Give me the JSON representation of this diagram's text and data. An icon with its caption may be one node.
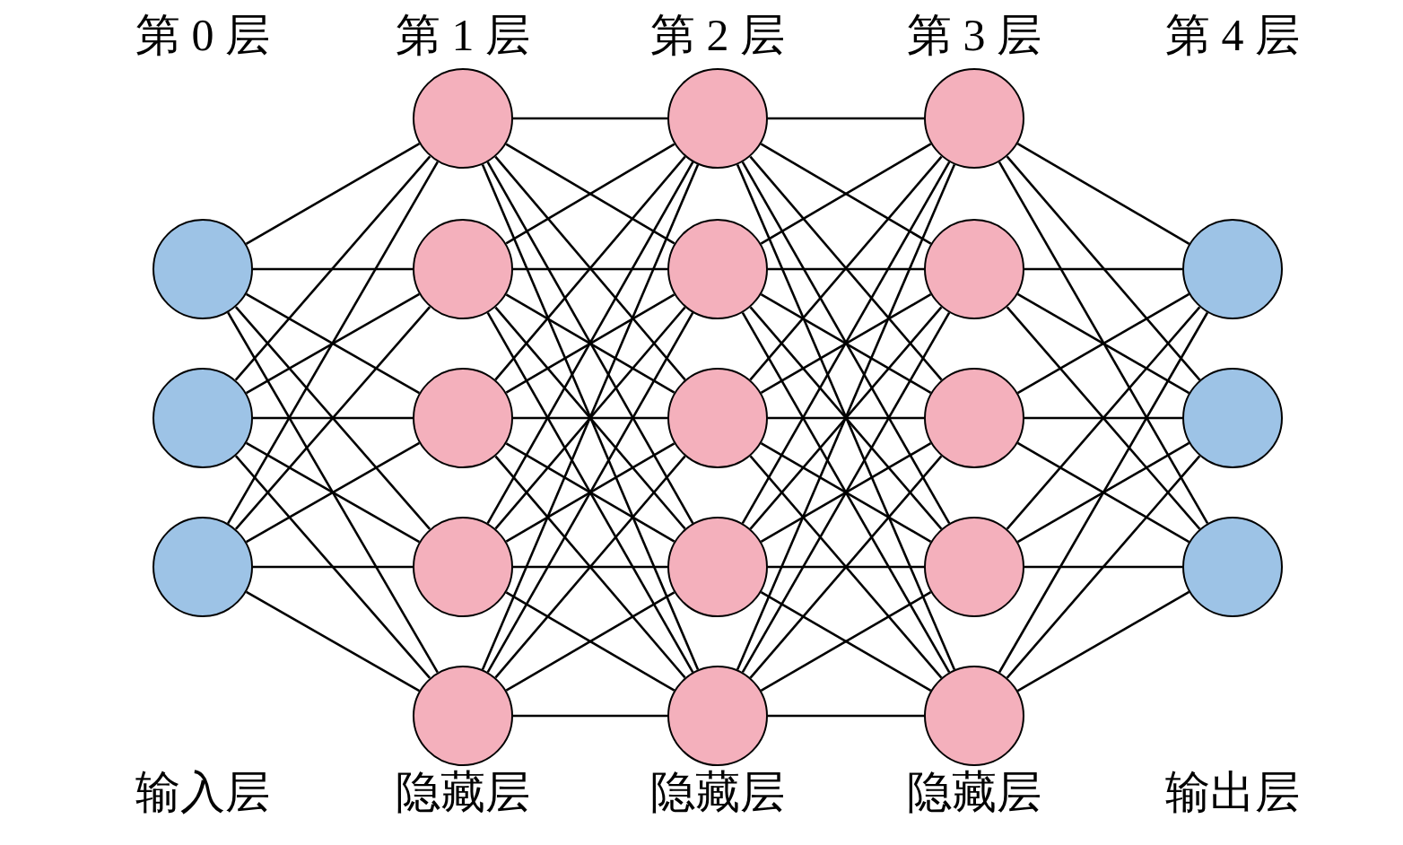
{
  "diagram": {
    "nodes": [
      {
        "text": [],
        "shape": "circle"
      },
      {
        "text": [],
        "shape": "circle"
      },
      {
        "text": [],
        "shape": "circle"
      },
      {
        "text": [],
        "shape": "circle"
      },
      {
        "text": [],
        "shape": "circle"
      },
      {
        "text": [],
        "shape": "circle"
      },
      {
        "text": [],
        "shape": "circle"
      },
      {
        "text": [],
        "shape": "circle"
      },
      {
        "text": [],
        "shape": "circle"
      },
      {
        "text": [],
        "shape": "circle"
      },
      {
        "text": [],
        "shape": "circle"
      },
      {
        "text": [],
        "shape": "circle"
      },
      {
        "text": [],
        "shape": "circle"
      },
      {
        "text": [],
        "shape": "circle"
      },
      {
        "text": [],
        "shape": "circle"
      },
      {
        "text": [],
        "shape": "circle"
      },
      {
        "text": [],
        "shape": "circle"
      },
      {
        "text": [],
        "shape": "circle"
      },
      {
        "text": [],
        "shape": "circle"
      },
      {
        "text": [],
        "shape": "circle"
      },
      {
        "text": [],
        "shape": "circle"
      }
    ],
    "edges": [
      {
        "from": 0,
        "to": 3,
        "arrow": "none"
      },
      {
        "from": 0,
        "to": 4,
        "arrow": "none"
      },
      {
        "from": 0,
        "to": 5,
        "arrow": "none"
      },
      {
        "from": 0,
        "to": 6,
        "arrow": "none"
      },
      {
        "from": 0,
        "to": 7,
        "arrow": "none"
      },
      {
        "from": 1,
        "to": 3,
        "arrow": "none"
      },
      {
        "from": 1,
        "to": 4,
        "arrow": "none"
      },
      {
        "from": 1,
        "to": 5,
        "arrow": "none"
      },
      {
        "from": 1,
        "to": 6,
        "arrow": "none"
      },
      {
        "from": 1,
        "to": 7,
        "arrow": "none"
      },
      {
        "from": 2,
        "to": 3,
        "arrow": "none"
      },
      {
        "from": 2,
        "to": 4,
        "arrow": "none"
      },
      {
        "from": 2,
        "to": 5,
        "arrow": "none"
      },
      {
        "from": 2,
        "to": 6,
        "arrow": "none"
      },
      {
        "from": 2,
        "to": 7,
        "arrow": "none"
      },
      {
        "from": 3,
        "to": 8,
        "arrow": "none"
      },
      {
        "from": 3,
        "to": 9,
        "arrow": "none"
      },
      {
        "from": 3,
        "to": 10,
        "arrow": "none"
      },
      {
        "from": 3,
        "to": 11,
        "arrow": "none"
      },
      {
        "from": 3,
        "to": 12,
        "arrow": "none"
      },
      {
        "from": 4,
        "to": 8,
        "arrow": "none"
      },
      {
        "from": 4,
        "to": 9,
        "arrow": "none"
      },
      {
        "from": 4,
        "to": 10,
        "arrow": "none"
      },
      {
        "from": 4,
        "to": 11,
        "arrow": "none"
      },
      {
        "from": 4,
        "to": 12,
        "arrow": "none"
      },
      {
        "from": 5,
        "to": 8,
        "arrow": "none"
      },
      {
        "from": 5,
        "to": 9,
        "arrow": "none"
      },
      {
        "from": 5,
        "to": 10,
        "arrow": "none"
      },
      {
        "from": 5,
        "to": 11,
        "arrow": "none"
      },
      {
        "from": 5,
        "to": 12,
        "arrow": "none"
      },
      {
        "from": 6,
        "to": 8,
        "arrow": "none"
      },
      {
        "from": 6,
        "to": 9,
        "arrow": "none"
      },
      {
        "from": 6,
        "to": 10,
        "arrow": "none"
      },
      {
        "from": 6,
        "to": 11,
        "arrow": "none"
      },
      {
        "from": 6,
        "to": 12,
        "arrow": "none"
      },
      {
        "from": 7,
        "to": 8,
        "arrow": "none"
      },
      {
        "from": 7,
        "to": 9,
        "arrow": "none"
      },
      {
        "from": 7,
        "to": 10,
        "arrow": "none"
      },
      {
        "from": 7,
        "to": 11,
        "arrow": "none"
      },
      {
        "from": 7,
        "to": 12,
        "arrow": "none"
      },
      {
        "from": 8,
        "to": 13,
        "arrow": "none"
      },
      {
        "from": 8,
        "to": 14,
        "arrow": "none"
      },
      {
        "from": 8,
        "to": 15,
        "arrow": "none"
      },
      {
        "from": 8,
        "to": 16,
        "arrow": "none"
      },
      {
        "from": 8,
        "to": 17,
        "arrow": "none"
      },
      {
        "from": 9,
        "to": 13,
        "arrow": "none"
      },
      {
        "from": 9,
        "to": 14,
        "arrow": "none"
      },
      {
        "from": 9,
        "to": 15,
        "arrow": "none"
      },
      {
        "from": 9,
        "to": 16,
        "arrow": "none"
      },
      {
        "from": 9,
        "to": 17,
        "arrow": "none"
      },
      {
        "from": 10,
        "to": 13,
        "arrow": "none"
      },
      {
        "from": 10,
        "to": 14,
        "arrow": "none"
      },
      {
        "from": 10,
        "to": 15,
        "arrow": "none"
      },
      {
        "from": 10,
        "to": 16,
        "arrow": "none"
      },
      {
        "from": 10,
        "to": 17,
        "arrow": "none"
      },
      {
        "from": 11,
        "to": 13,
        "arrow": "none"
      },
      {
        "from": 11,
        "to": 14,
        "arrow": "none"
      },
      {
        "from": 11,
        "to": 15,
        "arrow": "none"
      },
      {
        "from": 11,
        "to": 16,
        "arrow": "none"
      },
      {
        "from": 11,
        "to": 17,
        "arrow": "none"
      },
      {
        "from": 12,
        "to": 13,
        "arrow": "none"
      },
      {
        "from": 12,
        "to": 14,
        "arrow": "none"
      },
      {
        "from": 12,
        "to": 15,
        "arrow": "none"
      },
      {
        "from": 12,
        "to": 16,
        "arrow": "none"
      },
      {
        "from": 12,
        "to": 17,
        "arrow": "none"
      },
      {
        "from": 13,
        "to": 18,
        "arrow": "none"
      },
      {
        "from": 13,
        "to": 19,
        "arrow": "none"
      },
      {
        "from": 13,
        "to": 20,
        "arrow": "none"
      },
      {
        "from": 14,
        "to": 18,
        "arrow": "none"
      },
      {
        "from": 14,
        "to": 19,
        "arrow": "none"
      },
      {
        "from": 14,
        "to": 20,
        "arrow": "none"
      },
      {
        "from": 15,
        "to": 18,
        "arrow": "none"
      },
      {
        "from": 15,
        "to": 19,
        "arrow": "none"
      },
      {
        "from": 15,
        "to": 20,
        "arrow": "none"
      },
      {
        "from": 16,
        "to": 18,
        "arrow": "none"
      },
      {
        "from": 16,
        "to": 19,
        "arrow": "none"
      },
      {
        "from": 16,
        "to": 20,
        "arrow": "none"
      },
      {
        "from": 17,
        "to": 18,
        "arrow": "none"
      },
      {
        "from": 17,
        "to": 19,
        "arrow": "none"
      },
      {
        "from": 17,
        "to": 20,
        "arrow": "none"
      }
    ],
    "labels": [
      "第 0 层",
      "第 1 层",
      "第 2 层",
      "第 3 层",
      "第 4 层",
      "输入层",
      "隐藏层",
      "隐藏层",
      "隐藏层",
      "输出层"
    ]
  }
}
